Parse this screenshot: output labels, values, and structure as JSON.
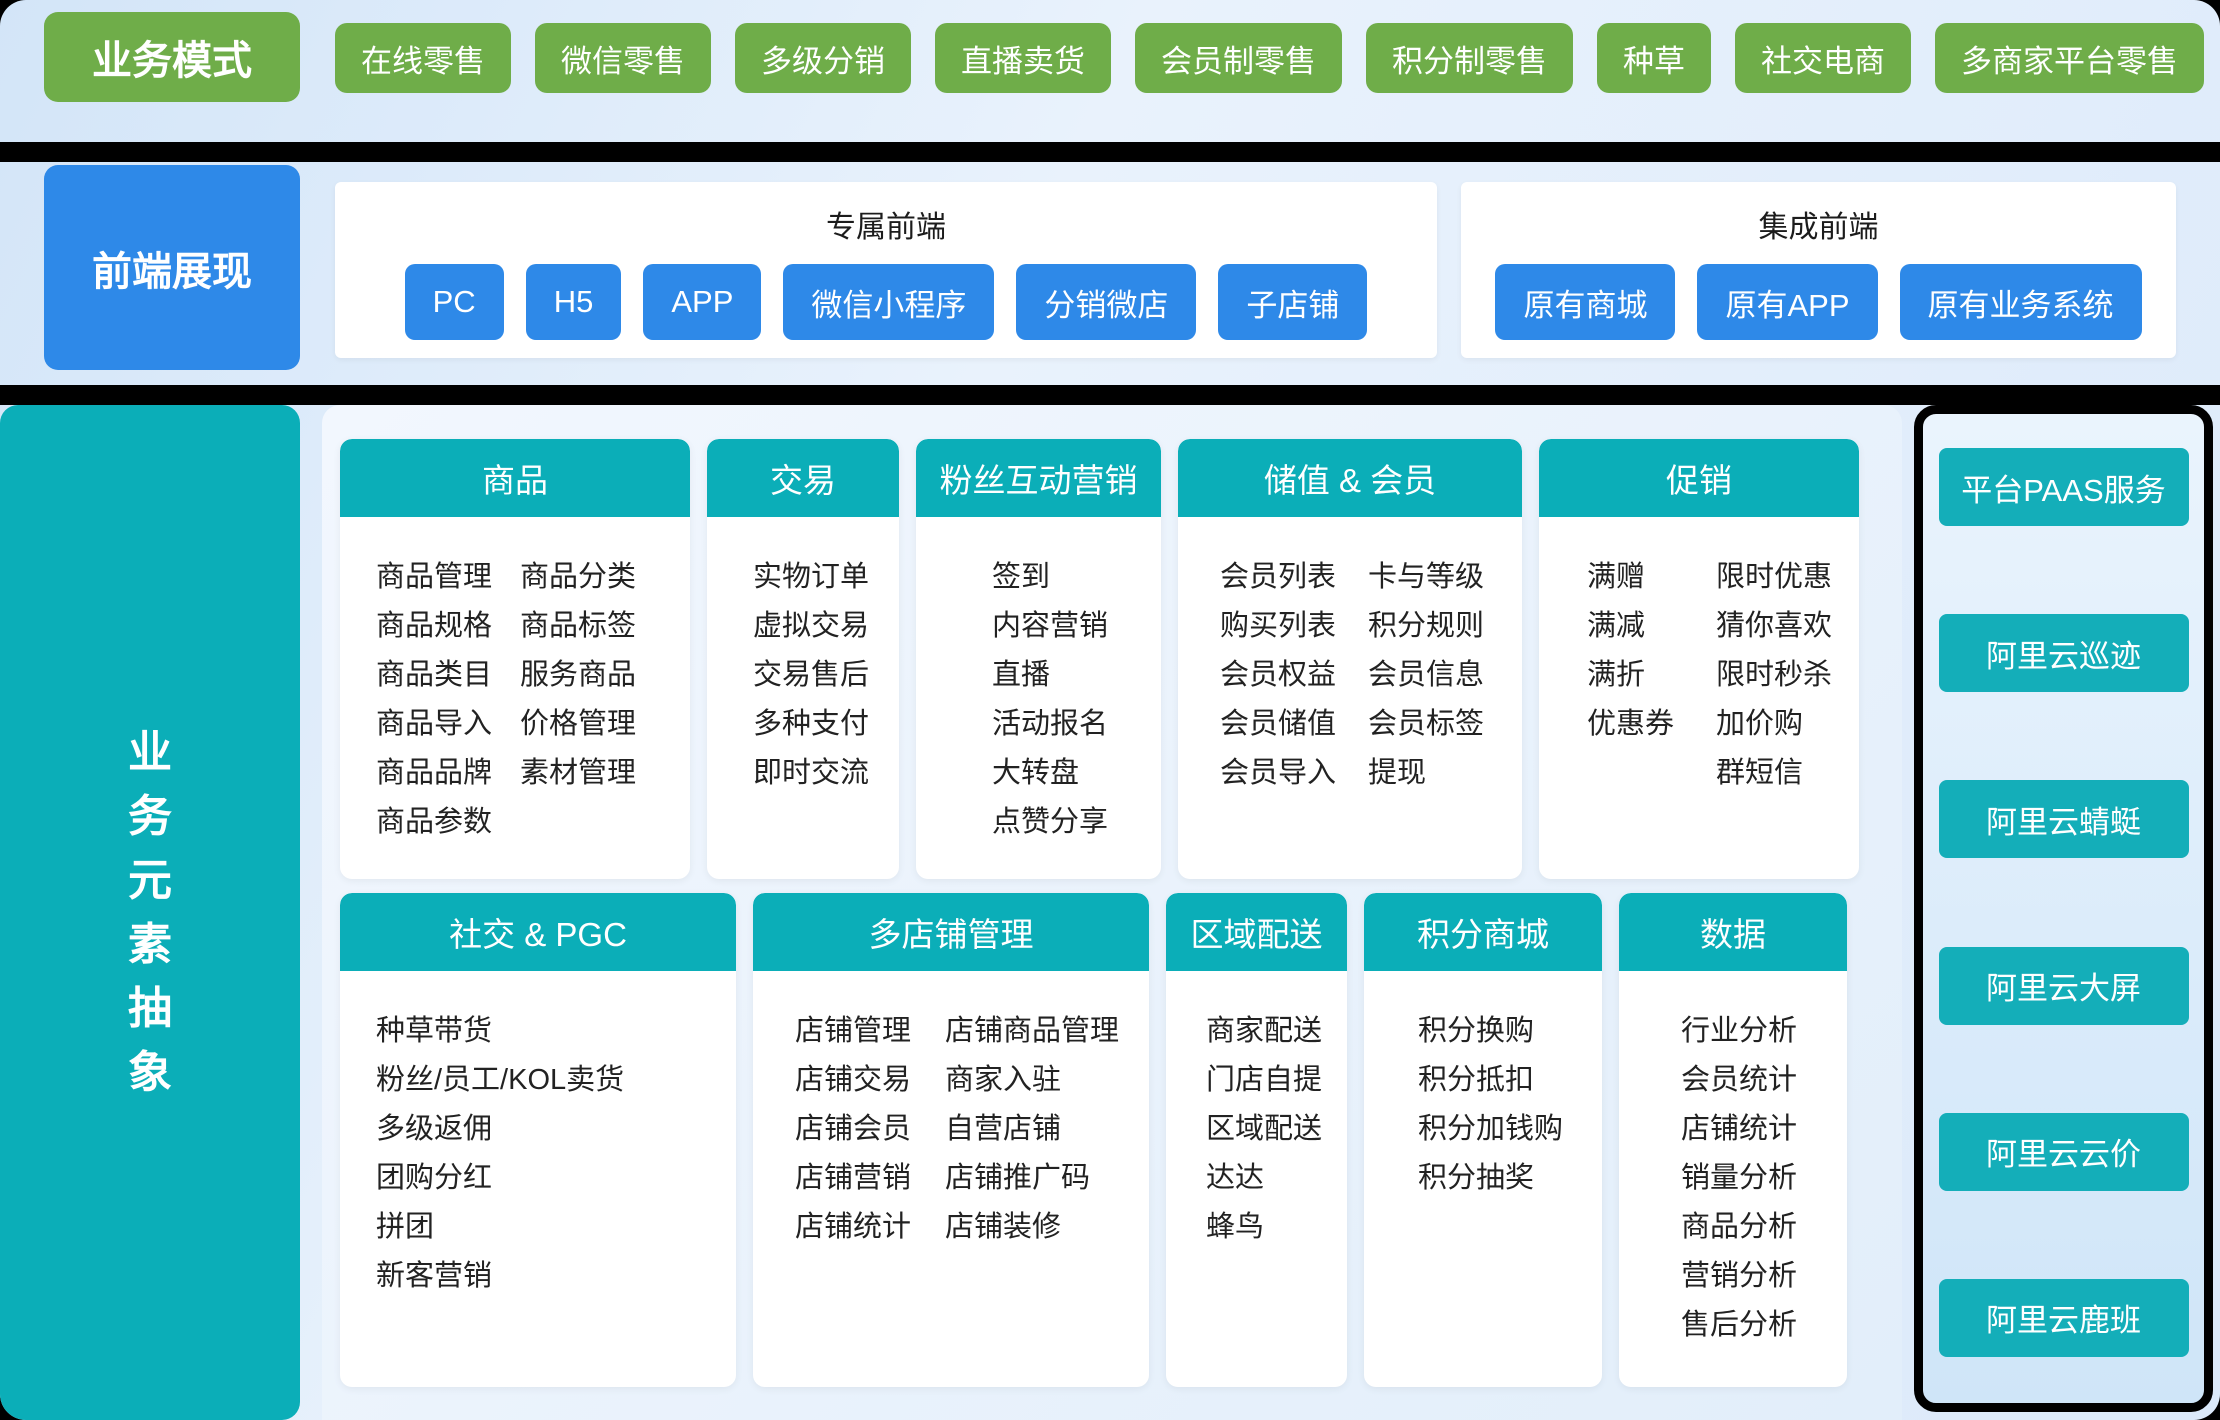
{
  "business_models": {
    "label": "业务模式",
    "items": [
      "在线零售",
      "微信零售",
      "多级分销",
      "直播卖货",
      "会员制零售",
      "积分制零售",
      "种草",
      "社交电商",
      "多商家平台零售"
    ]
  },
  "frontend": {
    "label": "前端展现",
    "groups": [
      {
        "title": "专属前端",
        "buttons": [
          "PC",
          "H5",
          "APP",
          "微信小程序",
          "分销微店",
          "子店铺"
        ]
      },
      {
        "title": "集成前端",
        "buttons": [
          "原有商城",
          "原有APP",
          "原有业务系统"
        ]
      }
    ]
  },
  "business_elements": {
    "label": "业务元素抽象",
    "cards_row1": [
      {
        "title": "商品",
        "columns": [
          [
            "商品管理",
            "商品规格",
            "商品类目",
            "商品导入",
            "商品品牌",
            "商品参数"
          ],
          [
            "商品分类",
            "商品标签",
            "服务商品",
            "价格管理",
            "素材管理"
          ]
        ]
      },
      {
        "title": "交易",
        "columns": [
          [
            "实物订单",
            "虚拟交易",
            "交易售后",
            "多种支付",
            "即时交流"
          ]
        ]
      },
      {
        "title": "粉丝互动营销",
        "columns": [
          [
            "签到",
            "内容营销",
            "直播",
            "活动报名",
            "大转盘",
            "点赞分享"
          ]
        ]
      },
      {
        "title": "储值 & 会员",
        "columns": [
          [
            "会员列表",
            "购买列表",
            "会员权益",
            "会员储值",
            "会员导入"
          ],
          [
            "卡与等级",
            "积分规则",
            "会员信息",
            "会员标签",
            "提现"
          ]
        ]
      },
      {
        "title": "促销",
        "columns": [
          [
            "满赠",
            "满减",
            "满折",
            "优惠券"
          ],
          [
            "限时优惠",
            "猜你喜欢",
            "限时秒杀",
            "加价购",
            "群短信"
          ]
        ]
      }
    ],
    "cards_row2": [
      {
        "title": "社交 & PGC",
        "columns": [
          [
            "种草带货",
            "粉丝/员工/KOL卖货",
            "多级返佣",
            "团购分红",
            "拼团",
            "新客营销"
          ]
        ]
      },
      {
        "title": "多店铺管理",
        "columns": [
          [
            "店铺管理",
            "店铺交易",
            "店铺会员",
            "店铺营销",
            "店铺统计"
          ],
          [
            "店铺商品管理",
            "商家入驻",
            "自营店铺",
            "店铺推广码",
            "店铺装修"
          ]
        ]
      },
      {
        "title": "区域配送",
        "columns": [
          [
            "商家配送",
            "门店自提",
            "区域配送",
            "达达",
            "蜂鸟"
          ]
        ]
      },
      {
        "title": "积分商城",
        "columns": [
          [
            "积分换购",
            "积分抵扣",
            "积分加钱购",
            "积分抽奖"
          ]
        ]
      },
      {
        "title": "数据",
        "columns": [
          [
            "行业分析",
            "会员统计",
            "店铺统计",
            "销量分析",
            "商品分析",
            "营销分析",
            "售后分析"
          ]
        ]
      }
    ]
  },
  "paas": {
    "title": "平台PAAS服务",
    "services": [
      "阿里云巡迹",
      "阿里云蜻蜓",
      "阿里云大屏",
      "阿里云云价",
      "阿里云鹿班"
    ]
  },
  "colors": {
    "green": "#6FAD49",
    "blue": "#2E89E8",
    "teal": "#0BAEB8",
    "panel_teal": "#14AEB9",
    "separator": "#000000"
  }
}
